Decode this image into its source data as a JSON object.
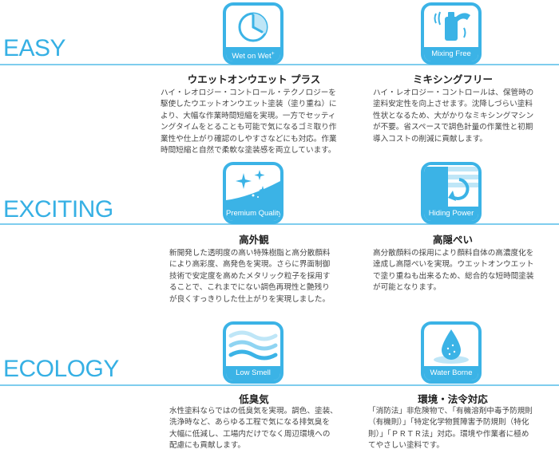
{
  "sections": [
    {
      "label": "EASY"
    },
    {
      "label": "EXCITING"
    },
    {
      "label": "ECOLOGY"
    }
  ],
  "features": [
    {
      "icon": "clock-icon",
      "caption": "Wet on Wet",
      "caption_sup": "+",
      "title": "ウエットオンウエット プラス",
      "lines": [
        "ハイ・レオロジー・コントロール・テクノロジーを",
        "駆使したウエットオンウエット塗装（塗り重ね）に",
        "より、大幅な作業時間短縮を実現。一方でセッティ",
        "ングタイムをとることも可能で気になるゴミ取り作",
        "業性や仕上がり確認のしやすさなどにも対応。作業",
        "時間短縮と自然で柔軟な塗装感を両立しています。"
      ]
    },
    {
      "icon": "shaking-can-icon",
      "caption": "Mixing Free",
      "title": "ミキシングフリー",
      "lines": [
        "ハイ・レオロジー・コントロールは、保管時の",
        "塗料安定性を向上させます。沈降しづらい塗料",
        "性状となるため、大がかりなミキシングマシン",
        "が不要。省スペースで調色計量の作業性と初期",
        "導入コストの削減に貢献します。"
      ]
    },
    {
      "icon": "sparkle-icon",
      "caption": "Premium Quality",
      "title": "高外観",
      "lines": [
        "新開発した透明度の高い特殊樹脂と高分散顔料",
        "により高彩度、高発色を実現。さらに界面制御",
        "技術で安定度を高めたメタリック粒子を採用す",
        "ることで、これまでにない調色再現性と艶残り",
        "が良くすっきりした仕上がりを実現しました。"
      ]
    },
    {
      "icon": "hiding-arrow-icon",
      "caption": "Hiding Power",
      "title": "高隠ぺい",
      "lines": [
        "高分散顔料の採用により顔料自体の高濃度化を",
        "達成し高隠ぺいを実現。ウエットオンウエット",
        "で塗り重ねも出来るため、総合的な短時間塗装",
        "が可能となります。"
      ]
    },
    {
      "icon": "low-smell-waves-icon",
      "caption": "Low Smell",
      "title": "低臭気",
      "lines": [
        "水性塗料ならではの低臭気を実現。調色、塗装、",
        "洗浄時など、あらゆる工程で気になる排気臭を",
        "大幅に低減し、工場内だけでなく周辺環境への",
        "配慮にも貢献します。"
      ]
    },
    {
      "icon": "water-drop-icon",
      "caption": "Water Borne",
      "title": "環境・法令対応",
      "lines": [
        "「消防法」非危険物で、「有機溶剤中毒予防規則",
        "（有機則）」「特定化学物質障害予防規則（特化",
        "則）」「ＰＲＴＲ法」対応。環境や作業者に極め",
        "てやさしい塗料です。"
      ]
    }
  ],
  "colors": {
    "accent": "#3bb3e6",
    "label": "#36b0e4",
    "rule": "#7fcdee"
  }
}
